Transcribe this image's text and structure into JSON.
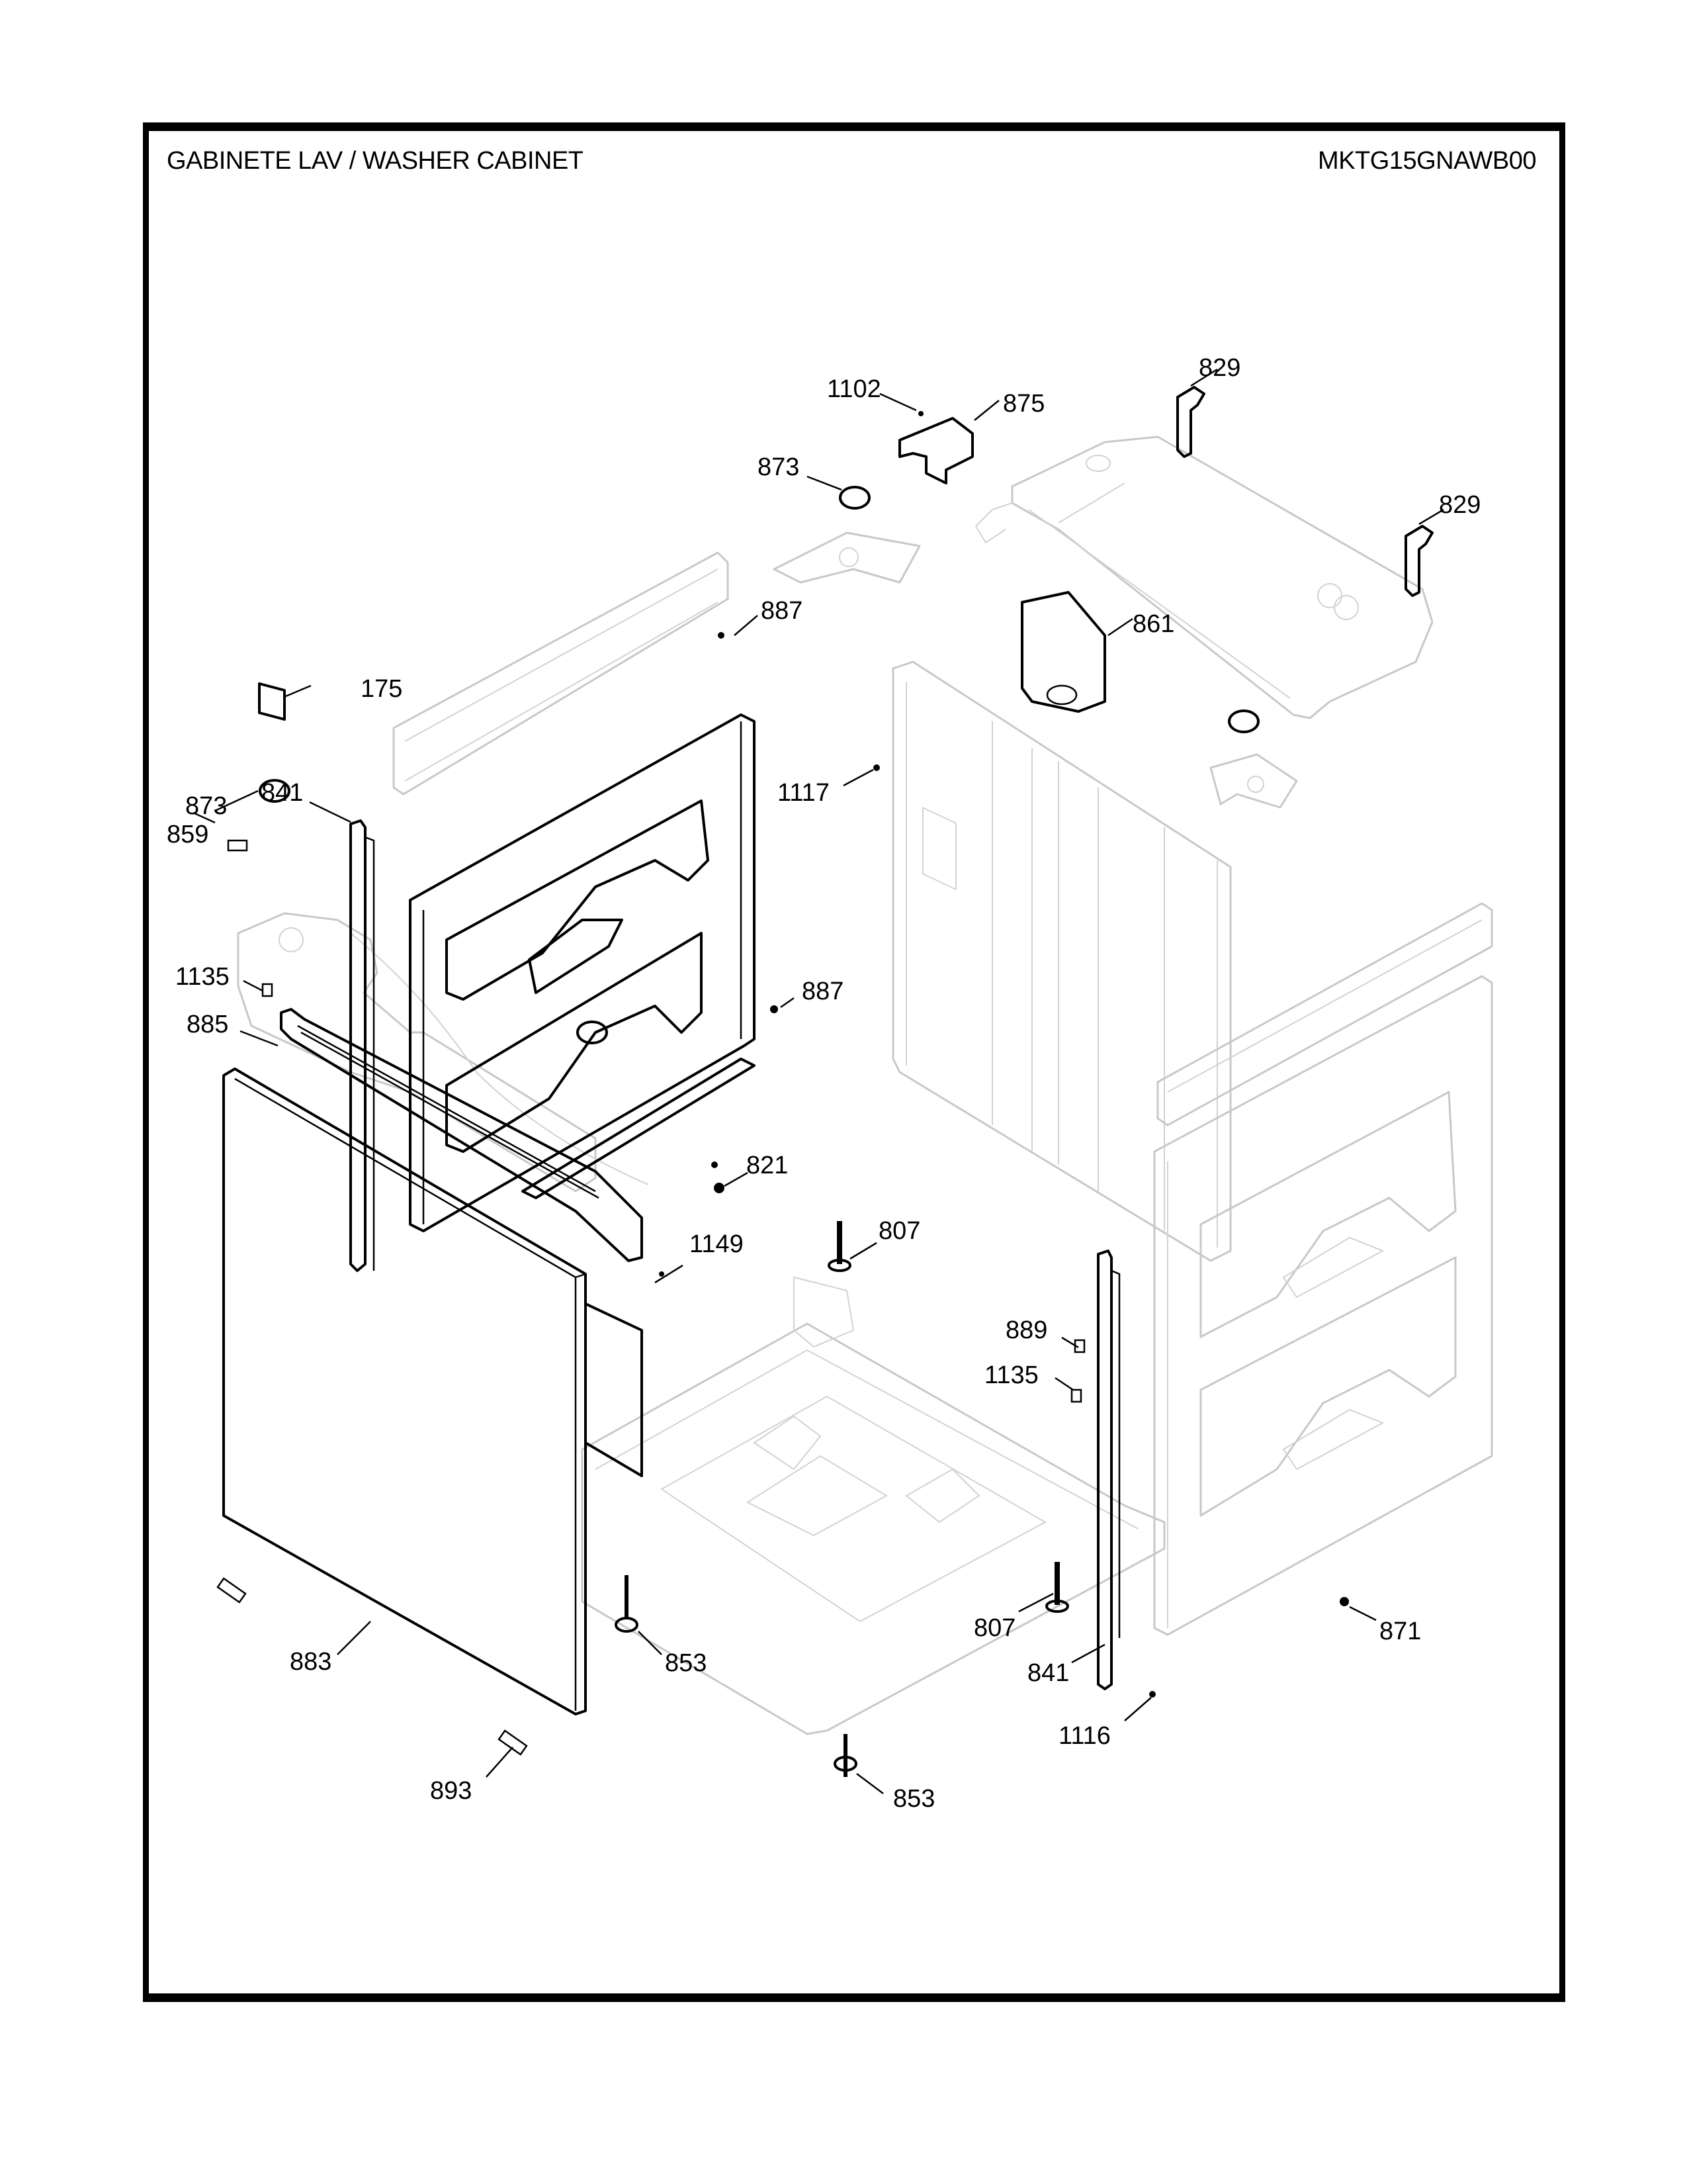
{
  "header": {
    "title": "GABINETE LAV / WASHER CABINET",
    "model_number": "MKTG15GNAWB00"
  },
  "callouts": [
    {
      "id": "c1102",
      "label": "1102",
      "part": "screw"
    },
    {
      "id": "c875",
      "label": "875",
      "part": "bracket"
    },
    {
      "id": "c829a",
      "label": "829",
      "part": "top hinge bracket"
    },
    {
      "id": "c829b",
      "label": "829",
      "part": "top hinge bracket"
    },
    {
      "id": "c873a",
      "label": "873",
      "part": "snubber"
    },
    {
      "id": "c887a",
      "label": "887",
      "part": "screw"
    },
    {
      "id": "c861",
      "label": "861",
      "part": "detergent inlet housing"
    },
    {
      "id": "c175",
      "label": "175",
      "part": "label/plate"
    },
    {
      "id": "c1117",
      "label": "1117",
      "part": "screw"
    },
    {
      "id": "c841a",
      "label": "841",
      "part": "corner post"
    },
    {
      "id": "c873b",
      "label": "873",
      "part": "snubber"
    },
    {
      "id": "c859",
      "label": "859",
      "part": "clip"
    },
    {
      "id": "c1135a",
      "label": "1135",
      "part": "clip"
    },
    {
      "id": "c887b",
      "label": "887",
      "part": "screw"
    },
    {
      "id": "c885",
      "label": "885",
      "part": "front brace"
    },
    {
      "id": "c821",
      "label": "821",
      "part": "bushing"
    },
    {
      "id": "c1149",
      "label": "1149",
      "part": "screw"
    },
    {
      "id": "c807a",
      "label": "807",
      "part": "rear leg"
    },
    {
      "id": "c889",
      "label": "889",
      "part": "clip"
    },
    {
      "id": "c1135b",
      "label": "1135",
      "part": "clip"
    },
    {
      "id": "c807b",
      "label": "807",
      "part": "rear leg"
    },
    {
      "id": "c841b",
      "label": "841",
      "part": "corner post"
    },
    {
      "id": "c871",
      "label": "871",
      "part": "nut"
    },
    {
      "id": "c883",
      "label": "883",
      "part": "front panel"
    },
    {
      "id": "c853a",
      "label": "853",
      "part": "leveling leg"
    },
    {
      "id": "c1116",
      "label": "1116",
      "part": "screw"
    },
    {
      "id": "c893",
      "label": "893",
      "part": "kick plate clip"
    },
    {
      "id": "c853b",
      "label": "853",
      "part": "leveling leg"
    }
  ]
}
